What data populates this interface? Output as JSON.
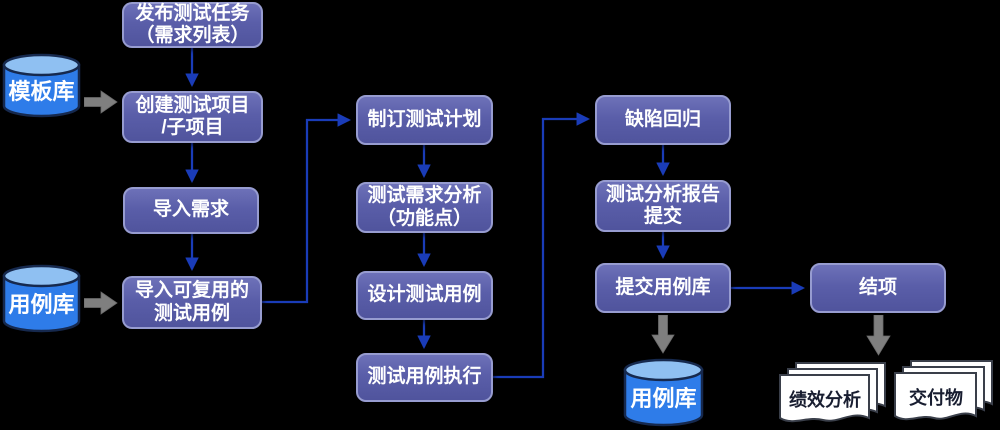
{
  "colors": {
    "background": "#000000",
    "node_fill": "#5a5ea9",
    "node_border": "#979cd0",
    "node_text": "#ffffff",
    "cylinder_body": "#2e7ce9",
    "cylinder_top": "#8fc0f2",
    "cylinder_border": "#16294e",
    "connector_blue": "#1a3cb8",
    "arrow_gray": "#7f7f7f",
    "doc_fill": "#ffffff",
    "doc_border": "#3a3f4a",
    "doc_text": "#181d30"
  },
  "nodes": {
    "publish_task": {
      "label": "发布测试任务\n（需求列表）"
    },
    "create_project": {
      "label": "创建测试项目\n/子项目"
    },
    "import_requirements": {
      "label": "导入需求"
    },
    "import_reusable_cases": {
      "label": "导入可复用的\n测试用例"
    },
    "make_test_plan": {
      "label": "制订测试计划"
    },
    "test_requirement_analysis": {
      "label": "测试需求分析\n（功能点）"
    },
    "design_test_cases": {
      "label": "设计测试用例"
    },
    "execute_test_cases": {
      "label": "测试用例执行"
    },
    "defect_regression": {
      "label": "缺陷回归"
    },
    "submit_test_report": {
      "label": "测试分析报告\n提交"
    },
    "submit_case_library": {
      "label": "提交用例库"
    },
    "project_closure": {
      "label": "结项"
    }
  },
  "cylinders": {
    "template_library": {
      "label": "模板库"
    },
    "case_library_source": {
      "label": "用例库"
    },
    "case_library_target": {
      "label": "用例库"
    }
  },
  "documents": {
    "performance_analysis": {
      "label": "绩效分析"
    },
    "deliverables": {
      "label": "交付物"
    }
  }
}
